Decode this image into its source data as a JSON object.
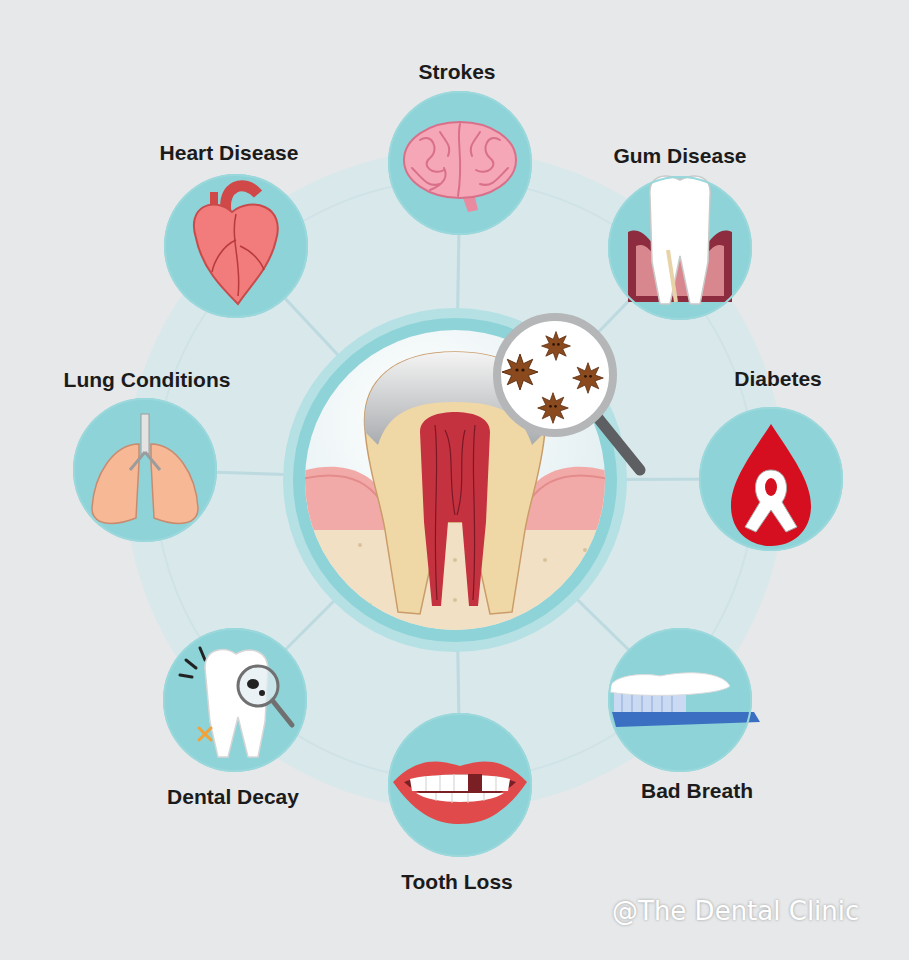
{
  "diagram": {
    "nodes": [
      {
        "text": [
          "Strokes"
        ]
      },
      {
        "text": [
          "Heart Disease"
        ]
      },
      {
        "text": [
          "Gum Disease"
        ]
      },
      {
        "text": [
          "Lung Conditions"
        ]
      },
      {
        "text": [
          "Diabetes"
        ]
      },
      {
        "text": [
          "Dental Decay"
        ]
      },
      {
        "text": [
          "Bad Breath"
        ]
      },
      {
        "text": [
          "Tooth Loss"
        ]
      }
    ],
    "labels": [
      "@The Dental Clinic"
    ]
  }
}
